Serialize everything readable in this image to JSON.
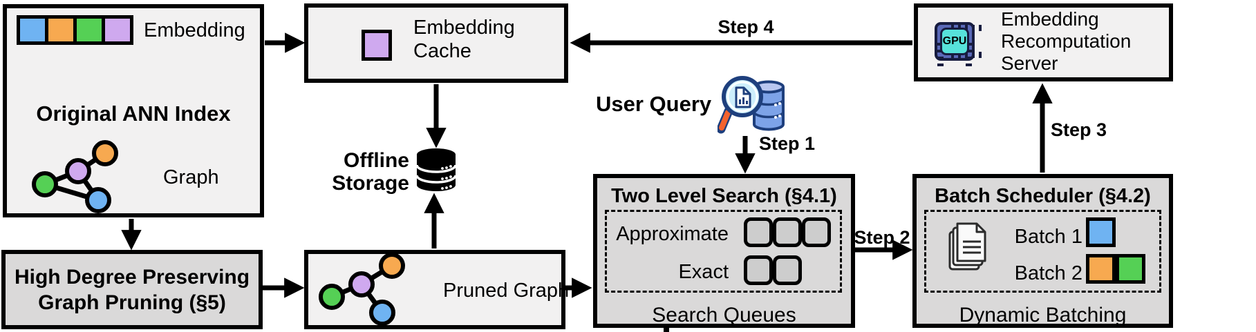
{
  "colors": {
    "blue": "#6FB3F2",
    "orange": "#F7A950",
    "green": "#55D055",
    "purple": "#CFA9EF",
    "box_light": "#F2F1F1",
    "box_dark": "#DAD9D9",
    "queue_slot_fill": "#CDCDCD",
    "arrow_black": "#000000",
    "gpu_chip_body": "#5A69B8",
    "gpu_chip_core": "#57E2DA",
    "magnifier_handle": "#F4622D",
    "magnifier_lens": "#CDEEFB",
    "icon_navy": "#1E3F7D",
    "db_body": "#7DA3E8",
    "db_top": "#B9C7F0"
  },
  "ann_index": {
    "title": "Original ANN Index",
    "embedding_label": "Embedding",
    "graph_label": "Graph"
  },
  "high_degree_pruning": {
    "line1": "High Degree Preserving",
    "line2": "Graph Pruning (§5)"
  },
  "embedding_cache": {
    "line1": "Embedding",
    "line2": "Cache"
  },
  "offline_storage": {
    "line1": "Offline",
    "line2": "Storage"
  },
  "pruned_graph": {
    "label": "Pruned Graph"
  },
  "user_query": {
    "label": "User Query"
  },
  "two_level_search": {
    "title": "Two Level Search (§4.1)",
    "row_approximate": "Approximate",
    "row_exact": "Exact",
    "footer": "Search Queues",
    "approximate_slots": 3,
    "exact_slots": 2
  },
  "batch_scheduler": {
    "title": "Batch Scheduler (§4.2)",
    "batch1_label": "Batch 1",
    "batch2_label": "Batch 2",
    "footer": "Dynamic Batching"
  },
  "recomputation_server": {
    "line1": "Embedding",
    "line2": "Recomputation",
    "line3": "Server",
    "chip_label": "GPU"
  },
  "steps": {
    "step1": "Step 1",
    "step2": "Step 2",
    "step3": "Step 3",
    "step4": "Step 4"
  }
}
